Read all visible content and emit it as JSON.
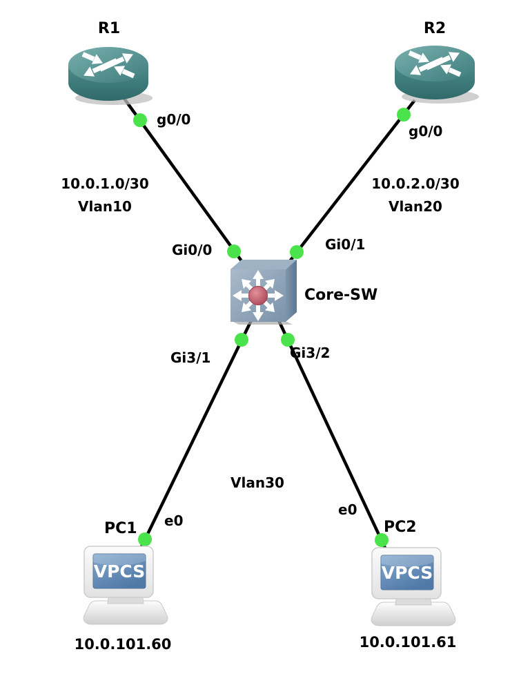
{
  "topology": {
    "nodes": {
      "r1": {
        "name": "R1",
        "kind": "router"
      },
      "r2": {
        "name": "R2",
        "kind": "router"
      },
      "core_sw": {
        "name": "Core-SW",
        "kind": "multilayer-switch"
      },
      "pc1": {
        "name": "PC1",
        "kind": "vpcs-host",
        "screen": "VPCS",
        "ip": "10.0.101.60"
      },
      "pc2": {
        "name": "PC2",
        "kind": "vpcs-host",
        "screen": "VPCS",
        "ip": "10.0.101.61"
      }
    },
    "interfaces": {
      "r1_g00": "g0/0",
      "r2_g00": "g0/0",
      "sw_gi00": "Gi0/0",
      "sw_gi01": "Gi0/1",
      "sw_gi31": "Gi3/1",
      "sw_gi32": "Gi3/2",
      "pc1_e0": "e0",
      "pc2_e0": "e0"
    },
    "annotations": {
      "vlan10_subnet": "10.0.1.0/30",
      "vlan10": "Vlan10",
      "vlan20_subnet": "10.0.2.0/30",
      "vlan20": "Vlan20",
      "vlan30": "Vlan30"
    },
    "links": [
      {
        "from": "R1 g0/0",
        "to": "Core-SW Gi0/0",
        "status": "up"
      },
      {
        "from": "R2 g0/0",
        "to": "Core-SW Gi0/1",
        "status": "up"
      },
      {
        "from": "Core-SW Gi3/1",
        "to": "PC1 e0",
        "status": "up"
      },
      {
        "from": "Core-SW Gi3/2",
        "to": "PC2 e0",
        "status": "up"
      }
    ],
    "colors": {
      "background": "#ffffff",
      "link": "#000000",
      "status_up": "#4be34b",
      "router_teal": "#428180",
      "switch_blue_gray": "#8ba0b6",
      "switch_hub_red": "#bb5261",
      "pc_screen_blue": "#6a93bd",
      "text": "#000000"
    }
  }
}
